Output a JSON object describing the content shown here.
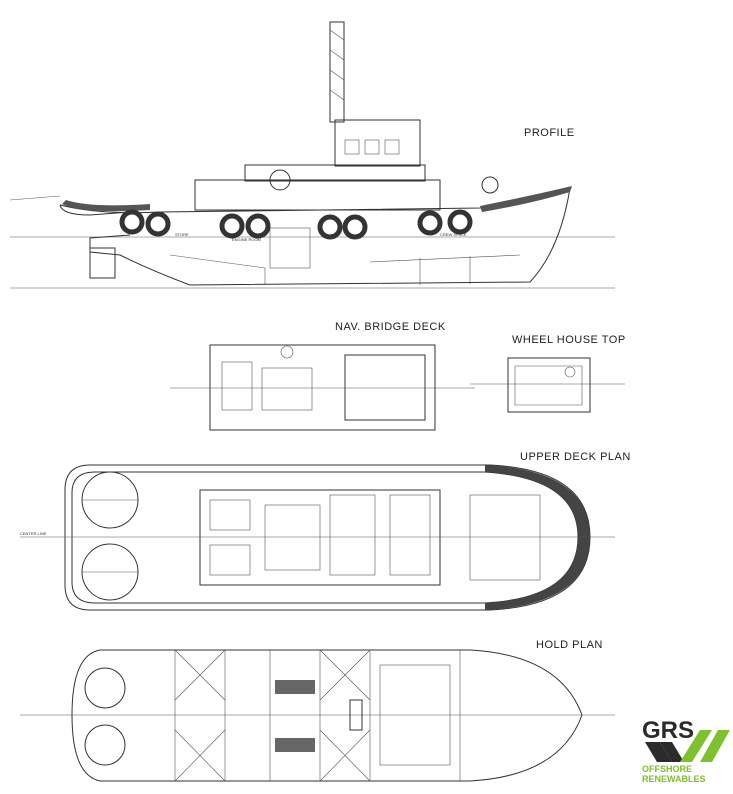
{
  "drawing": {
    "titles": {
      "profile": "PROFILE",
      "nav_bridge_deck": "NAV. BRIDGE DECK",
      "wheel_house_top": "WHEEL HOUSE TOP",
      "upper_deck_plan": "UPPER DECK PLAN",
      "hold_plan": "HOLD PLAN"
    },
    "labels": {
      "store": "STORE",
      "engine_room": "ENGINE ROOM",
      "crew_space": "CREW SPACE",
      "center_line": "CENTER LINE"
    }
  },
  "logo": {
    "mark": "GRS",
    "line1": "OFFSHORE",
    "line2": "RENEWABLES",
    "colors": {
      "dark": "#2b2b2b",
      "green": "#7dc12e"
    }
  }
}
